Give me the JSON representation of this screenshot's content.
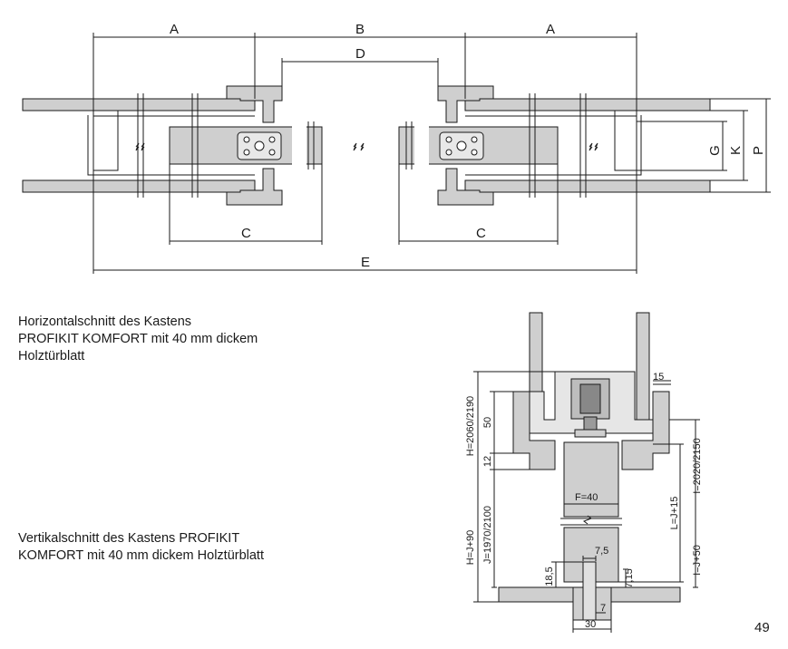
{
  "horizontal": {
    "dims": {
      "A": "A",
      "B": "B",
      "D": "D",
      "C": "C",
      "E": "E",
      "G": "G",
      "K": "K",
      "P": "P"
    },
    "caption": [
      "Horizontalschnitt des Kastens",
      "PROFIKIT KOMFORT mit 40 mm dickem",
      "Holztürblatt"
    ]
  },
  "vertical": {
    "dims": {
      "d15": "15",
      "d50": "50",
      "d12": "12",
      "H": "H=2060/2190",
      "J": "J=1970/2100",
      "HJ": "H=J+90",
      "I": "I=2020/2150",
      "LJ": "L=J+15",
      "IJ": "I=J+50",
      "F": "F=40",
      "d75": "7,5",
      "d185": "18,5",
      "d715": "7,15",
      "d7": "7",
      "d30": "30"
    },
    "caption": [
      "Vertikalschnitt des Kastens PROFIKIT",
      "KOMFORT mit 40 mm dickem Holztürblatt"
    ]
  },
  "page_number": "49",
  "colors": {
    "gray": "#cfcfcf",
    "line": "#1a1a1a"
  }
}
